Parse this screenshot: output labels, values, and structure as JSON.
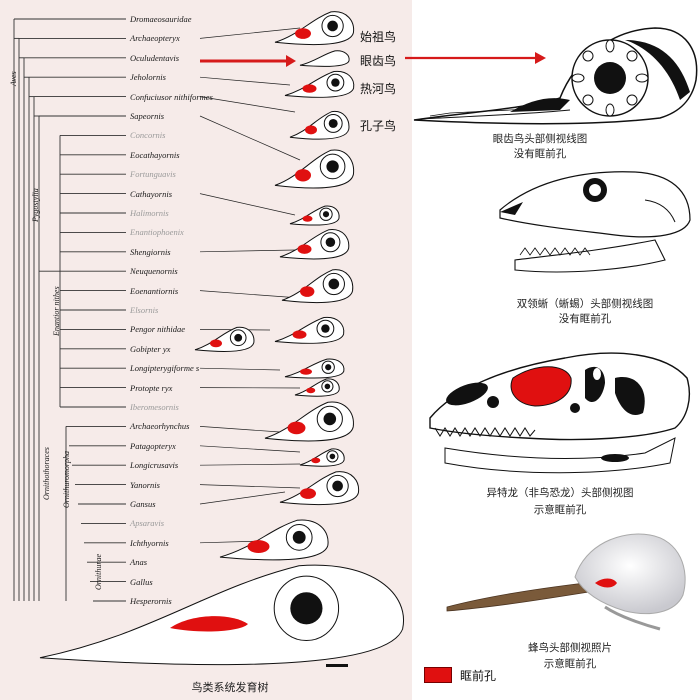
{
  "tree": {
    "taxa": [
      {
        "name": "Dromaeosauridae",
        "grey": false
      },
      {
        "name": "Archaeopteryx",
        "grey": false
      },
      {
        "name": "Oculudentavis",
        "grey": false
      },
      {
        "name": "Jeholornis",
        "grey": false
      },
      {
        "name": "Confuciusor nithiformes",
        "grey": false
      },
      {
        "name": "Sapeornis",
        "grey": false
      },
      {
        "name": "Concornis",
        "grey": true
      },
      {
        "name": "Eocathayornis",
        "grey": false
      },
      {
        "name": "Fortunguavis",
        "grey": true
      },
      {
        "name": "Cathayornis",
        "grey": false
      },
      {
        "name": "Halimornis",
        "grey": true
      },
      {
        "name": "Enantiophoenix",
        "grey": true
      },
      {
        "name": "Shengiornis",
        "grey": false
      },
      {
        "name": "Neuquenornis",
        "grey": false
      },
      {
        "name": "Eoenantiornis",
        "grey": false
      },
      {
        "name": "Elsornis",
        "grey": true
      },
      {
        "name": "Pengor nithidae",
        "grey": false
      },
      {
        "name": "Gobipter yx",
        "grey": false
      },
      {
        "name": "Longipterygiforme s",
        "grey": false
      },
      {
        "name": "Protopte ryx",
        "grey": false
      },
      {
        "name": "Iberomesornis",
        "grey": true
      },
      {
        "name": "Archaeorhynchus",
        "grey": false
      },
      {
        "name": "Patagopteryx",
        "grey": false
      },
      {
        "name": "Longicrusavis",
        "grey": false
      },
      {
        "name": "Yanornis",
        "grey": false
      },
      {
        "name": "Gansus",
        "grey": false
      },
      {
        "name": "Apsaravis",
        "grey": true
      },
      {
        "name": "Ichthyornis",
        "grey": false
      },
      {
        "name": "Anas",
        "grey": false
      },
      {
        "name": "Gallus",
        "grey": false
      },
      {
        "name": "Hesperornis",
        "grey": false
      }
    ],
    "clades": {
      "aves": "Aves",
      "pygostylia": "Pygostylia",
      "enantiornithes": "Enantior nithes",
      "ornithothoraces": "Ornithothoraces",
      "ornithuromorpha": "Ornithuromorpha",
      "ornithurae": "Ornithurae"
    }
  },
  "labels": {
    "archaeopteryx_cn": "始祖鸟",
    "oculudentavis_cn": "眼齿鸟",
    "jeholornis_cn": "热河鸟",
    "confuciusornis_cn": "孔子鸟"
  },
  "captions": {
    "oculudentavis_line1": "眼齿鸟头部侧视线图",
    "oculudentavis_line2": "没有眶前孔",
    "lizard_line1": "双领蜥（蜥蜴）头部侧视线图",
    "lizard_line2": "没有眶前孔",
    "allosaurus_line1": "异特龙（非鸟恐龙）头部侧视图",
    "allosaurus_line2": "示意眶前孔",
    "hummingbird_line1": "蜂鸟头部侧视照片",
    "hummingbird_line2": "示意眶前孔",
    "tree_title": "鸟类系统发育树"
  },
  "legend": {
    "label": "眶前孔",
    "color": "#e01010"
  },
  "colors": {
    "arrow_red": "#d61a1a",
    "antorbital_red": "#e01010",
    "panel_bg": "#f6ebe9"
  }
}
